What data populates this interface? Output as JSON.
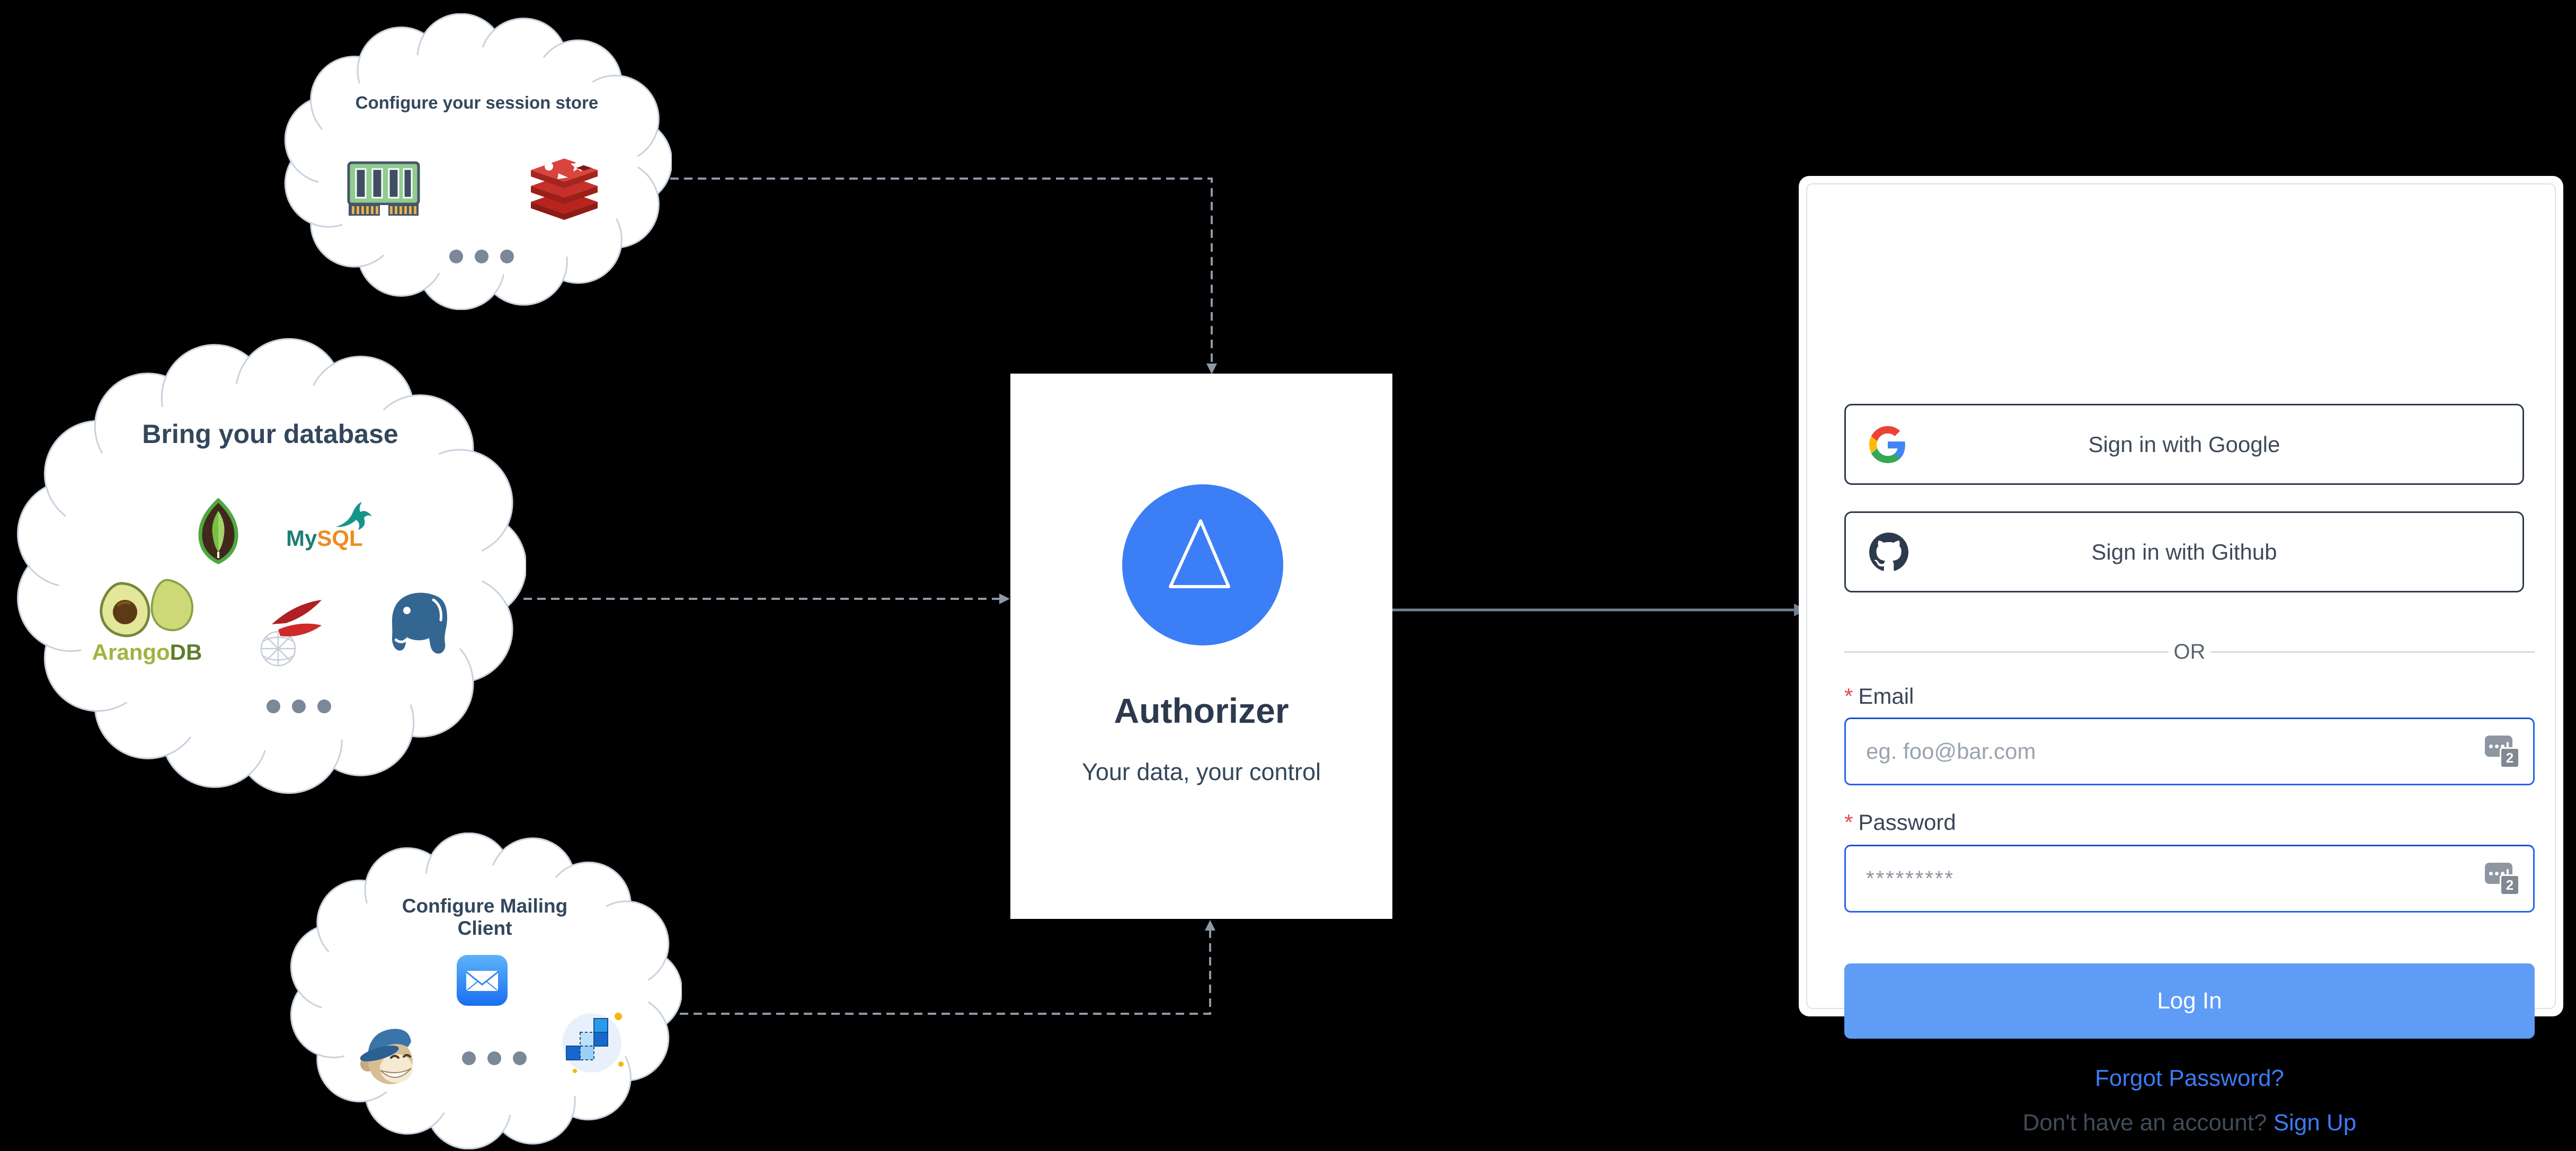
{
  "diagram": {
    "clouds": [
      {
        "title": "Configure your session store"
      },
      {
        "title": "Bring your database"
      },
      {
        "title": "Configure Mailing Client"
      }
    ],
    "core": {
      "title": "Authorizer",
      "subtitle": "Your data, your control"
    },
    "logos": {
      "mysql_prefix": "My",
      "mysql_suffix": "SQL",
      "arango_prefix": "Arango",
      "arango_suffix": "DB"
    }
  },
  "login_card": {
    "google_button_label": "Sign in with Google",
    "github_button_label": "Sign in with Github",
    "divider_label": "OR",
    "email_label": "Email",
    "email_required_mark": "*",
    "email_placeholder": "eg. foo@bar.com",
    "password_label": "Password",
    "password_required_mark": "*",
    "password_value": "*********",
    "login_button_label": "Log In",
    "forgot_password_link": "Forgot Password?",
    "signup_prompt": "Don't have an account?",
    "signup_link": "Sign Up",
    "extension_badge_count": "2"
  },
  "colors": {
    "accent_blue": "#3b7ef6",
    "link_blue": "#3c7bf6",
    "login_button_blue": "#5e9cf6",
    "input_focus_border": "#2563eb",
    "required_red": "#e5484d",
    "dark_text": "#2c3a4e",
    "cloud_stroke": "#c8d2dd",
    "connector_gray": "#8e99a9"
  }
}
